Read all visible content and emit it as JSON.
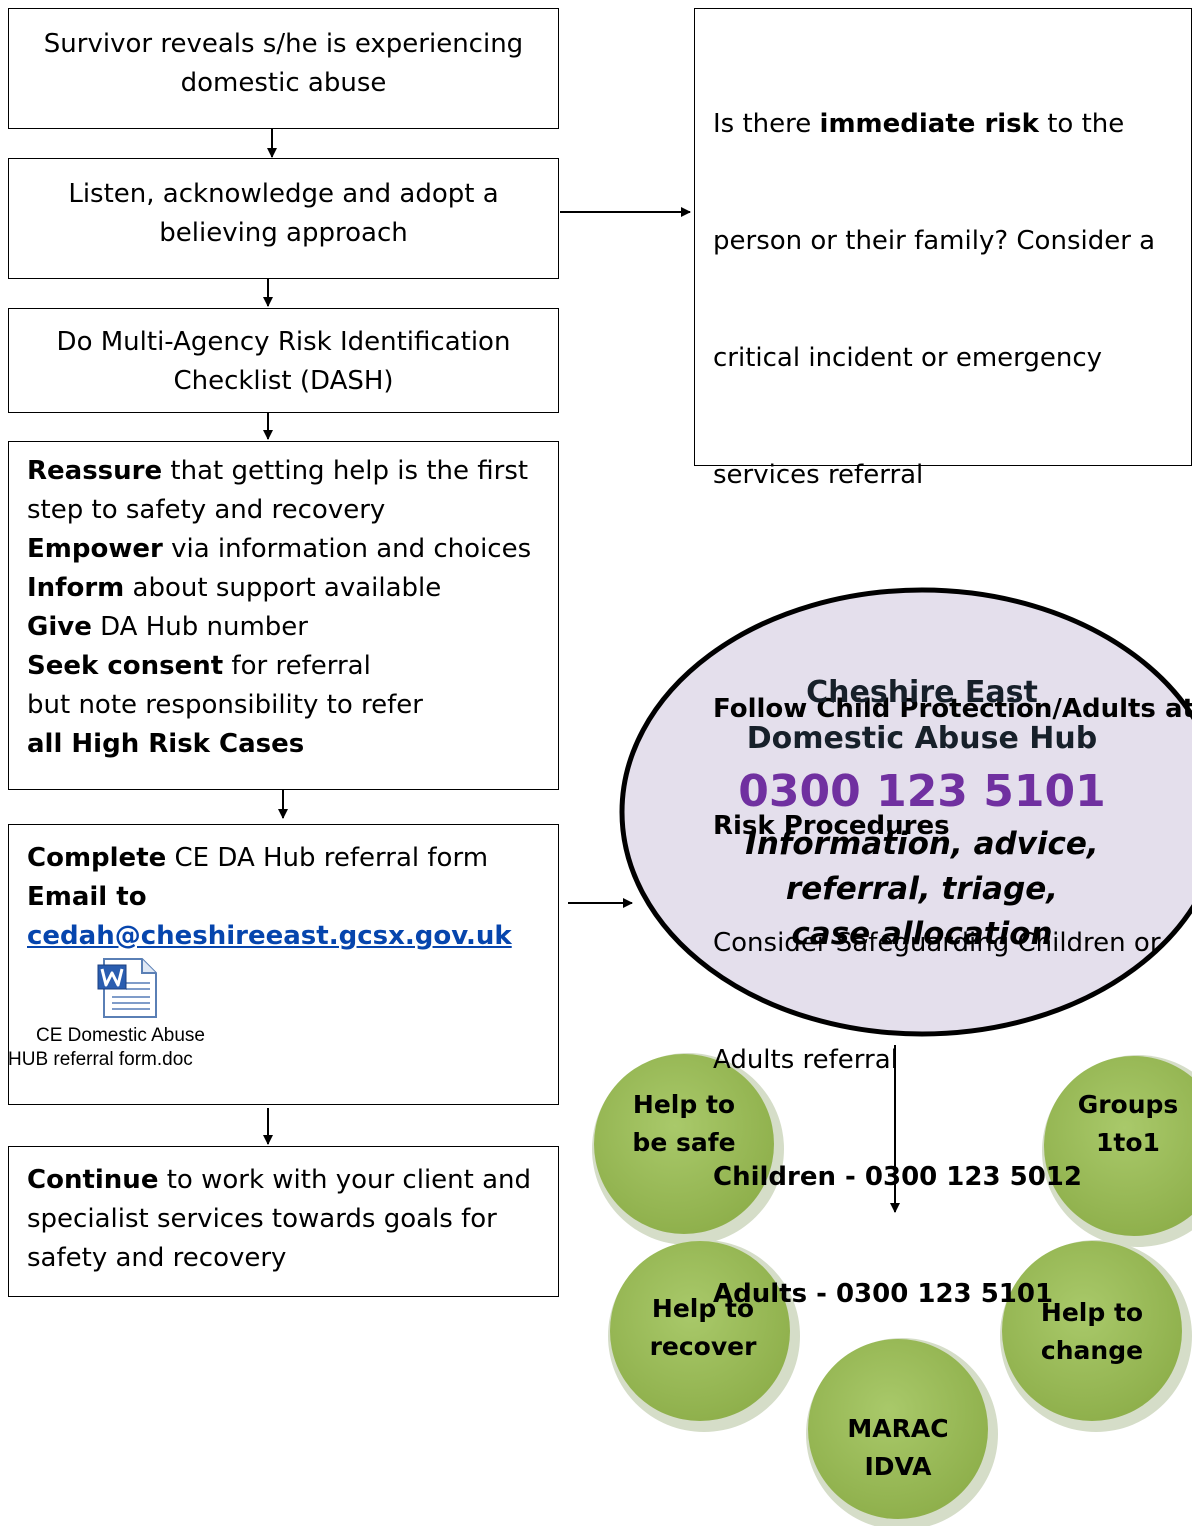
{
  "flow": {
    "step1": [
      "Survivor reveals s/he is experiencing",
      "domestic abuse"
    ],
    "step2": [
      "Listen, acknowledge and adopt a",
      "believing approach"
    ],
    "step3": [
      "Do Multi-Agency Risk Identification",
      "Checklist (DASH)"
    ],
    "step4": [
      {
        "bold": "Reassure",
        "text": " that getting help is the first"
      },
      {
        "bold": "",
        "text": "step to safety and recovery"
      },
      {
        "bold": "Empower",
        "text": " via information and choices"
      },
      {
        "bold": "Inform",
        "text": " about support available"
      },
      {
        "bold": "Give",
        "text": " DA Hub number"
      },
      {
        "bold": "Seek consent",
        "text": " for referral"
      },
      {
        "bold": "",
        "text": "but note responsibility to refer"
      },
      {
        "bold": "all High Risk Cases",
        "text": ""
      }
    ],
    "step5": {
      "line1_bold": "Complete",
      "line1_text": " CE DA Hub referral form",
      "line2_bold": "Email to",
      "email": "cedah@cheshireeast.gcsx.gov.uk",
      "attachment_icon": "word-document-icon",
      "attachment_caption": [
        "CE Domestic Abuse",
        "HUB referral form.doc"
      ]
    },
    "step6": [
      {
        "bold": "Continue",
        "text": " to work with your client and"
      },
      {
        "bold": "",
        "text": "specialist services towards goals for"
      },
      {
        "bold": "",
        "text": "safety and recovery"
      }
    ]
  },
  "risk_box": [
    {
      "pre": "Is there ",
      "bold": "immediate risk",
      "post": " to the"
    },
    {
      "pre": "person or their family? Consider a",
      "bold": "",
      "post": ""
    },
    {
      "pre": "critical incident or emergency",
      "bold": "",
      "post": ""
    },
    {
      "pre": "services referral",
      "bold": "",
      "post": ""
    },
    {
      "pre": "",
      "bold": "",
      "post": ""
    },
    {
      "pre": "",
      "bold": "Follow Child Protection/Adults at",
      "post": ""
    },
    {
      "pre": "",
      "bold": "Risk Procedures",
      "post": ""
    },
    {
      "pre": "Consider Safeguarding Children or",
      "bold": "",
      "post": ""
    },
    {
      "pre": "Adults referral",
      "bold": "",
      "post": ""
    },
    {
      "pre": "",
      "bold": "Children - 0300 123 5012",
      "post": ""
    },
    {
      "pre": "",
      "bold": "Adults     - 0300 123 5101",
      "post": ""
    }
  ],
  "hub": {
    "name_line1": "Cheshire East",
    "name_line2": "Domestic Abuse Hub",
    "phone": "0300 123 5101",
    "desc_line1": "Information, advice,",
    "desc_line2": "referral, triage,",
    "desc_line3": "case allocation"
  },
  "services": {
    "safe": [
      "Help to",
      "be safe"
    ],
    "groups": [
      "Groups",
      "1to1"
    ],
    "recover": [
      "Help to",
      "recover"
    ],
    "change": [
      "Help to",
      "change"
    ],
    "marac": [
      "MARAC",
      "IDVA"
    ]
  },
  "colors": {
    "hub_fill": "#e4dfec",
    "phone": "#7030a0",
    "service_fill": "#9bbb59",
    "link": "#0645ad"
  }
}
